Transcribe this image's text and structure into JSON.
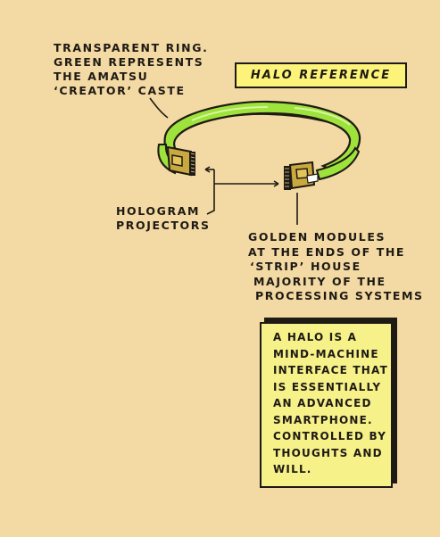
{
  "title": "Halo Reference",
  "notes": {
    "ring": [
      "Transparent ring.",
      "Green represents",
      "the Amatsu",
      "‘Creator’ caste"
    ],
    "projectors": [
      "Hologram",
      "projectors"
    ],
    "modules": [
      "Golden modules",
      "at the ends of the",
      "‘strip’ house",
      "majority of the",
      "processing systems"
    ]
  },
  "description": [
    "A halo is a",
    "mind-machine",
    "interface that",
    "is essentially",
    "an advanced",
    "smartphone.",
    "Controlled by",
    "thoughts and",
    "will."
  ],
  "colors": {
    "paper": "#f3d9a3",
    "ring_green": "#9ee23c",
    "module_gold": "#c9a93f",
    "note_yellow": "#f6f189",
    "ink": "#1e1a14"
  }
}
